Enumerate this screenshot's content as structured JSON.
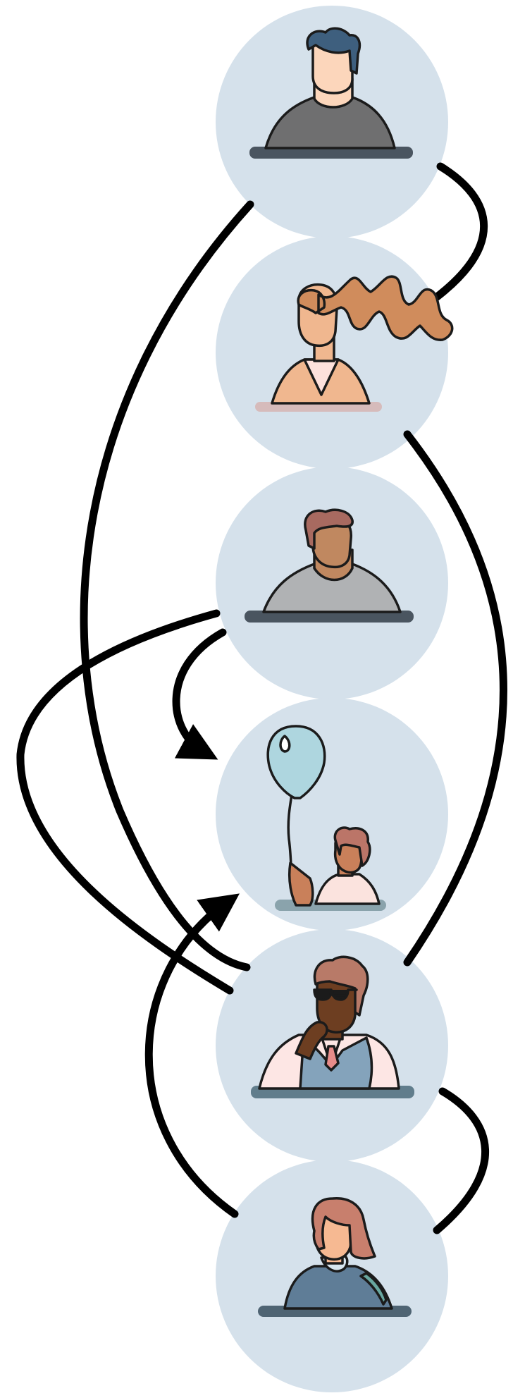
{
  "diagram": {
    "type": "network",
    "node_fill": "#d5e1eb",
    "edge_color": "#000000",
    "nodes": [
      {
        "id": "n1",
        "icon": "man-dark-hair-grey-shirt-icon"
      },
      {
        "id": "n2",
        "icon": "woman-wavy-ponytail-icon"
      },
      {
        "id": "n3",
        "icon": "man-brown-hair-grey-shirt-icon"
      },
      {
        "id": "n4",
        "icon": "child-with-balloon-icon"
      },
      {
        "id": "n5",
        "icon": "man-glasses-sweater-vest-icon"
      },
      {
        "id": "n6",
        "icon": "woman-bob-blue-sweater-icon"
      }
    ],
    "edges": [
      {
        "from": "n1",
        "to": "n2",
        "directed": false
      },
      {
        "from": "n1",
        "to": "n5",
        "directed": false
      },
      {
        "from": "n2",
        "to": "n5",
        "directed": false
      },
      {
        "from": "n3",
        "to": "n4",
        "directed": true
      },
      {
        "from": "n3",
        "to": "n5",
        "directed": false
      },
      {
        "from": "n5",
        "to": "n6",
        "directed": false
      },
      {
        "from": "n6",
        "to": "n4",
        "directed": true
      }
    ]
  }
}
